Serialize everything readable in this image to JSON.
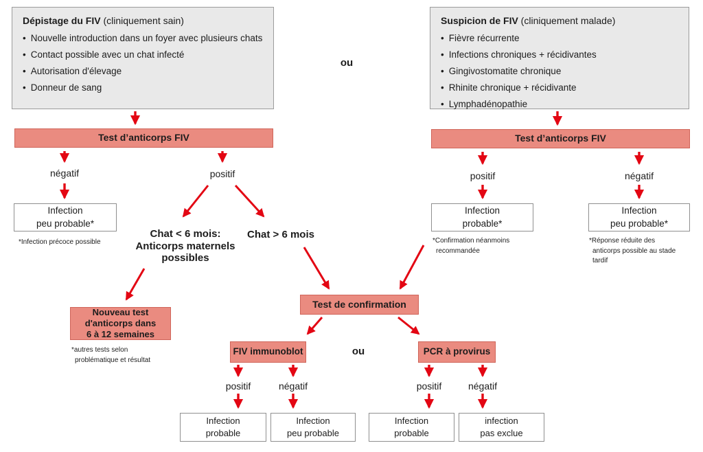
{
  "colors": {
    "criteria_box_fill": "#e9e9e9",
    "criteria_box_border": "#9b9b9b",
    "test_box_fill": "#ea8b80",
    "test_box_border": "#cf6459",
    "arrow_red": "#e30613",
    "outcome_box_border": "#8f8f8f",
    "text": "#1c1c1c"
  },
  "or_top": "ou",
  "or_middle": "ou",
  "screening": {
    "title": "Dépistage du FIV",
    "title_note": " (cliniquement sain)",
    "bullets": [
      "Nouvelle introduction dans un foyer avec plusieurs chats",
      "Contact possible avec un chat infecté",
      "Autorisation d'élevage",
      "Donneur de sang"
    ],
    "test_banner": "Test d’anticorps FIV",
    "negatif": "négatif",
    "positif": "positif",
    "unlikely_box": [
      "Infection",
      "peu probable*"
    ],
    "unlikely_footnote": "*Infection précoce possible",
    "young_cat": [
      "Chat < 6 mois:",
      "Anticorps maternels",
      "possibles"
    ],
    "old_cat": "Chat > 6 mois",
    "retest_box": [
      "Nouveau test",
      "d'anticorps dans",
      "6 à 12 semaines"
    ],
    "retest_footnote": [
      "*autres tests selon",
      "problématique et résultat"
    ]
  },
  "suspicion": {
    "title": "Suspicion de FIV",
    "title_note": " (cliniquement malade)",
    "bullets": [
      "Fièvre récurrente",
      "Infections chroniques + récidivantes",
      "Gingivostomatite chronique",
      "Rhinite chronique + récidivante",
      "Lymphadénopathie"
    ],
    "test_banner": "Test d’anticorps FIV",
    "positif": "positif",
    "negatif": "négatif",
    "probable_box": [
      "Infection",
      "probable*"
    ],
    "probable_footnote": [
      "*Confirmation néanmoins",
      "recommandée"
    ],
    "unlikely_box": [
      "Infection",
      "peu probable*"
    ],
    "unlikely_footnote": [
      "*Réponse réduite des",
      "anticorps possible au stade",
      "tardif"
    ]
  },
  "confirmation": {
    "banner": "Test de confirmation",
    "immunoblot": "FIV immunoblot",
    "pcr": "PCR à provirus",
    "positif": "positif",
    "negatif": "négatif",
    "ib_pos_box": [
      "Infection",
      "probable"
    ],
    "ib_neg_box": [
      "Infection",
      "peu probable"
    ],
    "pcr_pos_box": [
      "Infection",
      "probable"
    ],
    "pcr_neg_box": [
      "infection",
      "pas exclue"
    ]
  }
}
